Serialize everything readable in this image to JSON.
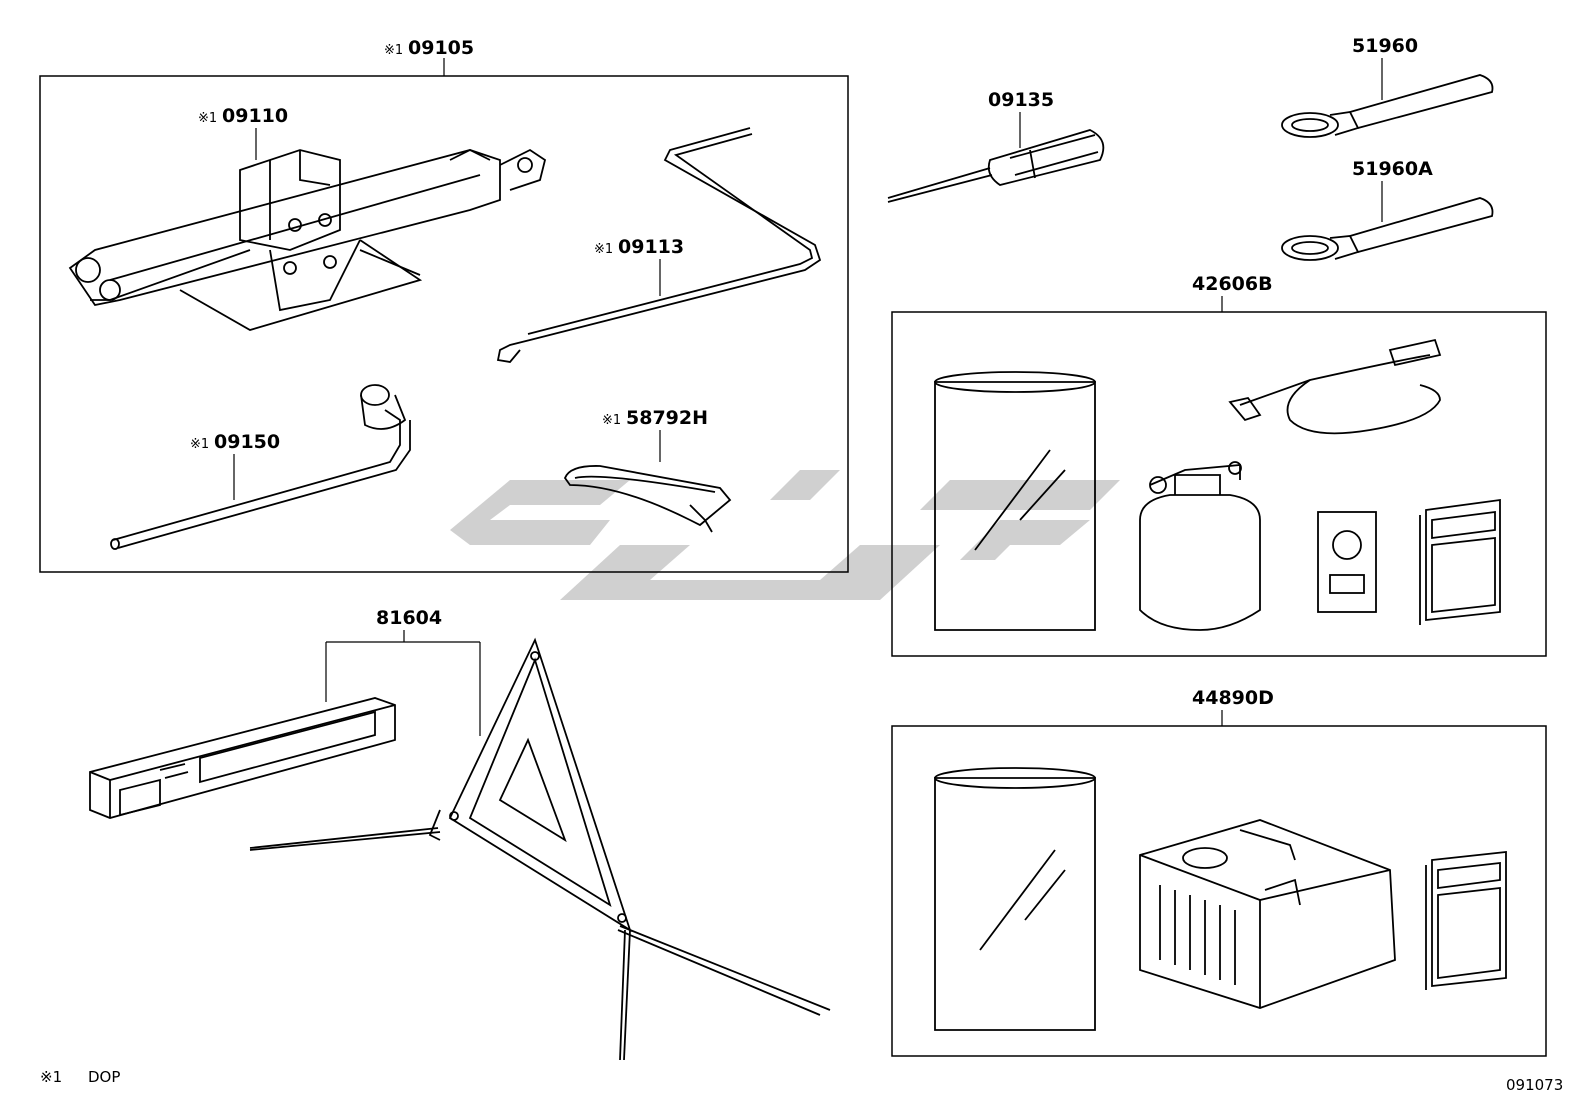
{
  "parts": {
    "p09105": "09105",
    "p09110": "09110",
    "p09113": "09113",
    "p09150": "09150",
    "p58792H": "58792H",
    "p09135": "09135",
    "p51960": "51960",
    "p51960A": "51960A",
    "p42606B": "42606B",
    "p44890D": "44890D",
    "p81604": "81604"
  },
  "marker": "※1",
  "footnote": {
    "marker": "※1",
    "text": "DOP"
  },
  "drawing_number": "091073",
  "colors": {
    "line": "#000000",
    "watermark": "#c8c8c8"
  }
}
